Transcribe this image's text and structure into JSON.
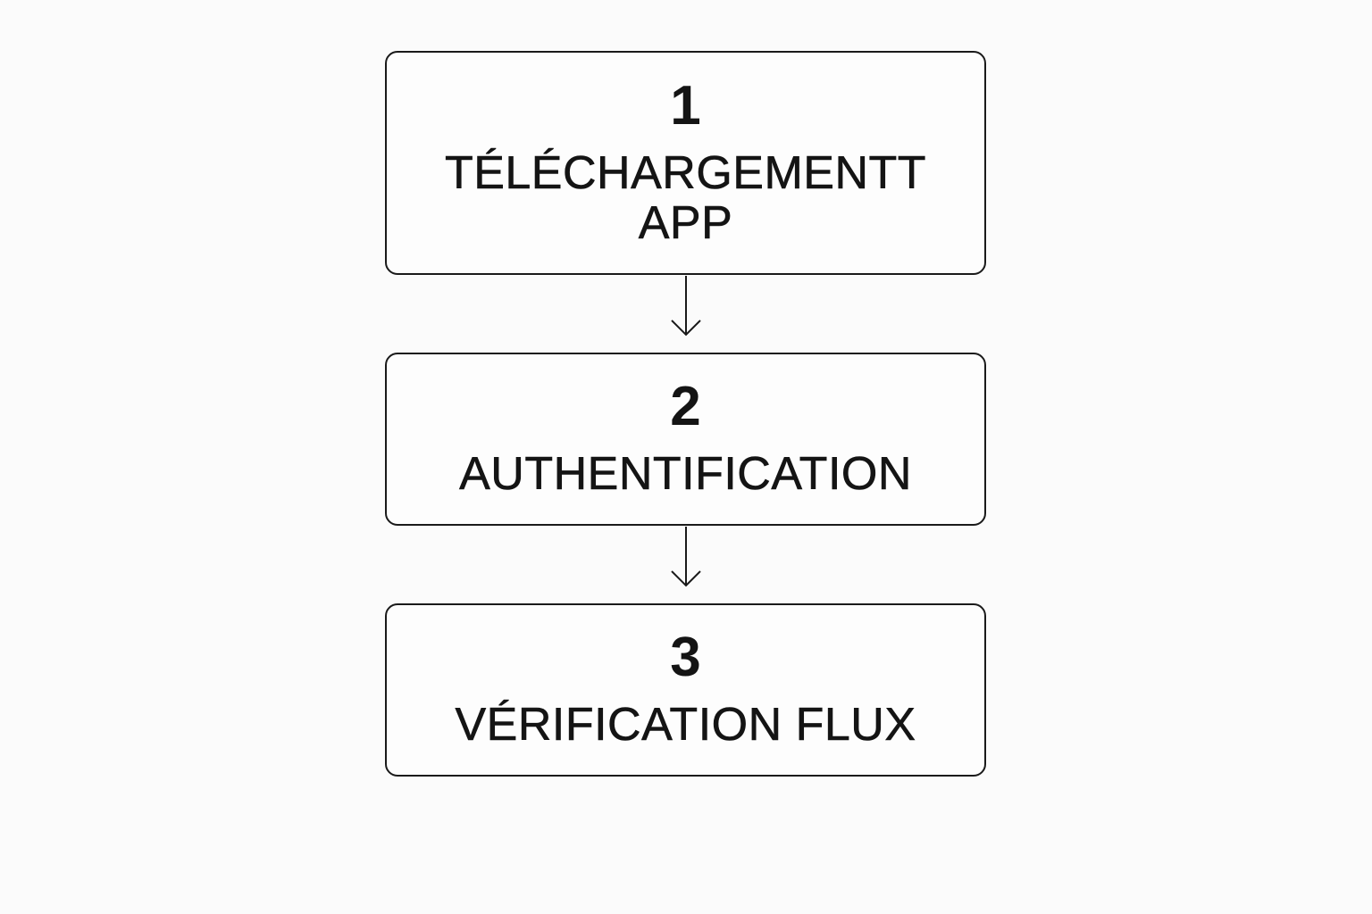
{
  "steps": [
    {
      "number": "1",
      "label_lines": [
        "TÉLÉCHARGEMENTT",
        "APP"
      ]
    },
    {
      "number": "2",
      "label_lines": [
        "AUTHENTIFICATION"
      ]
    },
    {
      "number": "3",
      "label_lines": [
        "VÉRIFICATION FLUX"
      ]
    }
  ],
  "connectors": [
    "down-arrow-icon",
    "down-arrow-icon"
  ],
  "colors": {
    "background": "#fbfbfb",
    "stroke": "#1a1a1a",
    "text": "#141414"
  }
}
